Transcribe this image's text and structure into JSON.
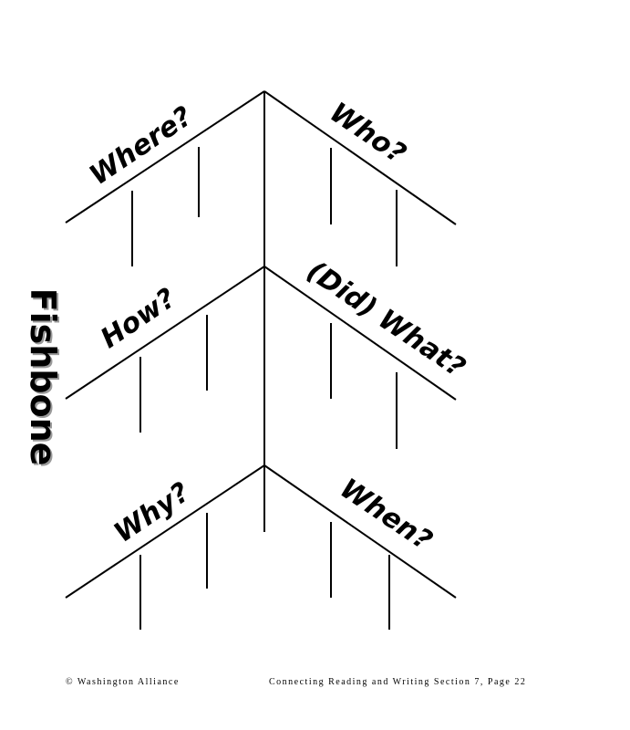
{
  "diagram": {
    "title": "Fishbone",
    "labels": {
      "where": "Where?",
      "who": "Who?",
      "how": "How?",
      "did_what": "(Did) What?",
      "why": "Why?",
      "when": "When?"
    }
  },
  "footer": {
    "left": "© Washington Alliance",
    "right": "Connecting Reading and Writing Section 7, Page 22"
  }
}
